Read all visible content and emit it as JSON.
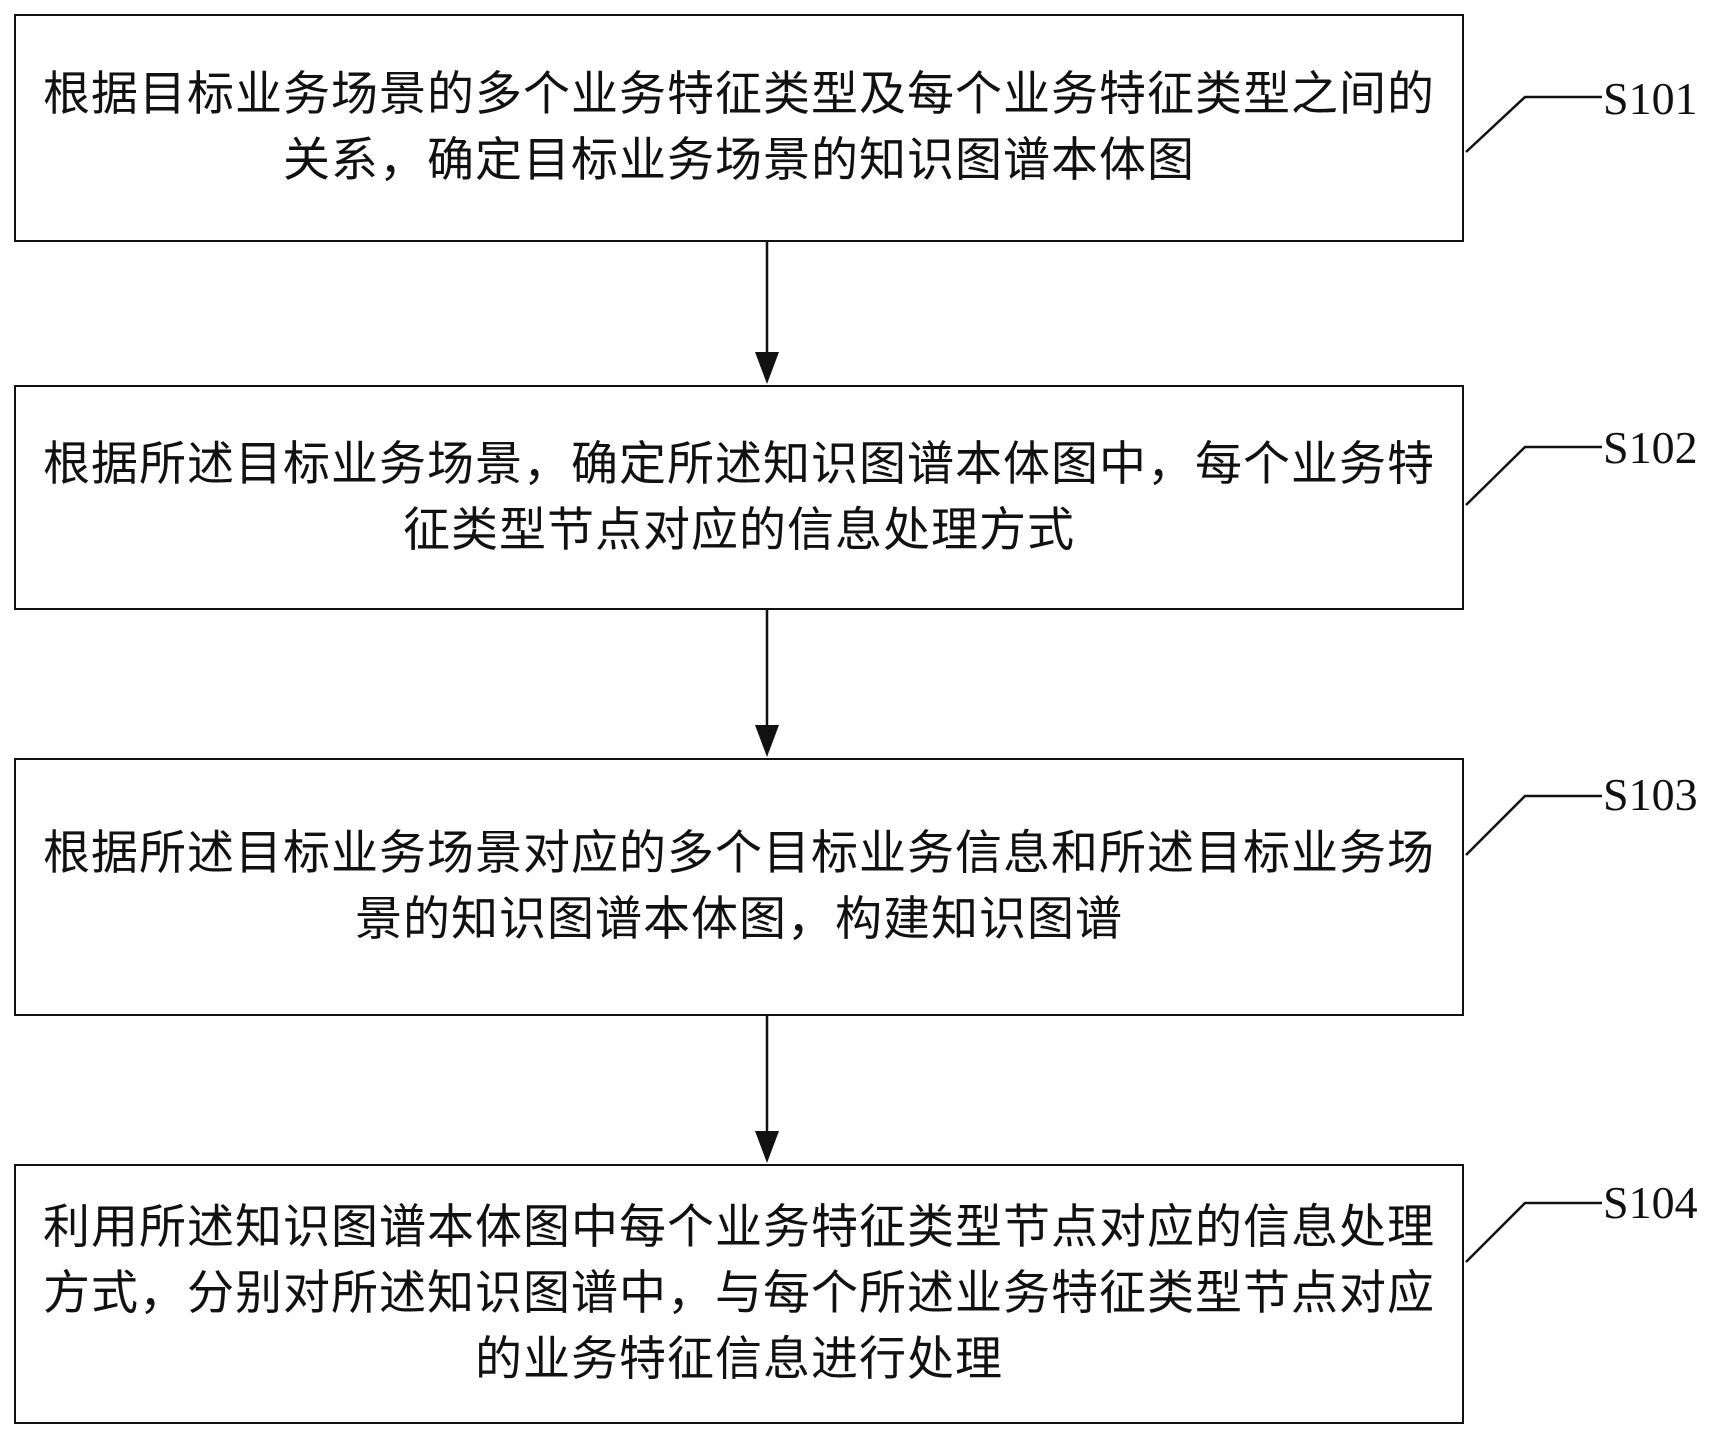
{
  "steps": [
    {
      "id": "S101",
      "text": "根据目标业务场景的多个业务特征类型及每个业务特征类型之间的关系，确定目标业务场景的知识图谱本体图"
    },
    {
      "id": "S102",
      "text": "根据所述目标业务场景，确定所述知识图谱本体图中，每个业务特征类型节点对应的信息处理方式"
    },
    {
      "id": "S103",
      "text": "根据所述目标业务场景对应的多个目标业务信息和所述目标业务场景的知识图谱本体图，构建知识图谱"
    },
    {
      "id": "S104",
      "text": "利用所述知识图谱本体图中每个业务特征类型节点对应的信息处理方式，分别对所述知识图谱中，与每个所述业务特征类型节点对应的业务特征信息进行处理"
    }
  ]
}
